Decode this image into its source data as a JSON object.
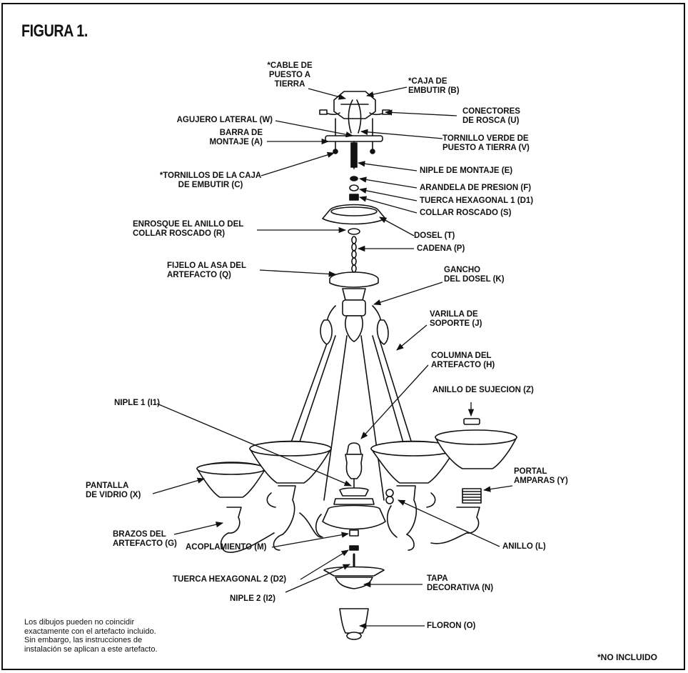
{
  "title": "FIGURA 1.",
  "labels": {
    "cable_tierra": "*CABLE DE\nPUESTO A\nTIERRA",
    "caja_embutir": "*CAJA DE\nEMBUTIR (B)",
    "conectores": "CONECTORES\nDE ROSCA (U)",
    "agujero_lateral": "AGUJERO LATERAL (W)",
    "barra_montaje": "BARRA DE\nMONTAJE (A)",
    "tornillo_verde": "TORNILLO VERDE DE\nPUESTO A TIERRA (V)",
    "tornillos_caja": "*TORNILLOS DE LA CAJA\nDE EMBUTIR (C)",
    "niple_montaje": "NIPLE DE MONTAJE (E)",
    "arandela": "ARANDELA DE PRESION (F)",
    "tuerca1": "TUERCA HEXAGONAL 1 (D1)",
    "collar": "COLLAR ROSCADO (S)",
    "enrosque": "ENROSQUE EL ANILLO DEL\nCOLLAR ROSCADO (R)",
    "dosel": "DOSEL (T)",
    "cadena": "CADENA (P)",
    "fijelo": "FIJELO AL ASA DEL\nARTEFACTO (Q)",
    "gancho": "GANCHO\nDEL DOSEL (K)",
    "varilla": "VARILLA DE\nSOPORTE (J)",
    "columna": "COLUMNA DEL\nARTEFACTO (H)",
    "anillo_sujecion": "ANILLO DE SUJECION (Z)",
    "niple1": "NIPLE 1 (I1)",
    "pantalla": "PANTALLA\nDE VIDRIO (X)",
    "portal": "PORTAL\nAMPARAS (Y)",
    "brazos": "BRAZOS DEL\nARTEFACTO (G)",
    "anillo_l": "ANILLO (L)",
    "acoplamiento": "ACOPLAMIENTO (M)",
    "tuerca2": "TUERCA HEXAGONAL 2 (D2)",
    "niple2": "NIPLE 2 (I2)",
    "tapa": "TAPA\nDECORATIVA (N)",
    "floron": "FLORON (O)"
  },
  "note": "Los dibujos pueden no coincidir\nexactamente con el artefacto incluido.\nSin embargo, las instrucciones de\ninstalación se aplican a este artefacto.",
  "not_included": "*NO INCLUIDO"
}
